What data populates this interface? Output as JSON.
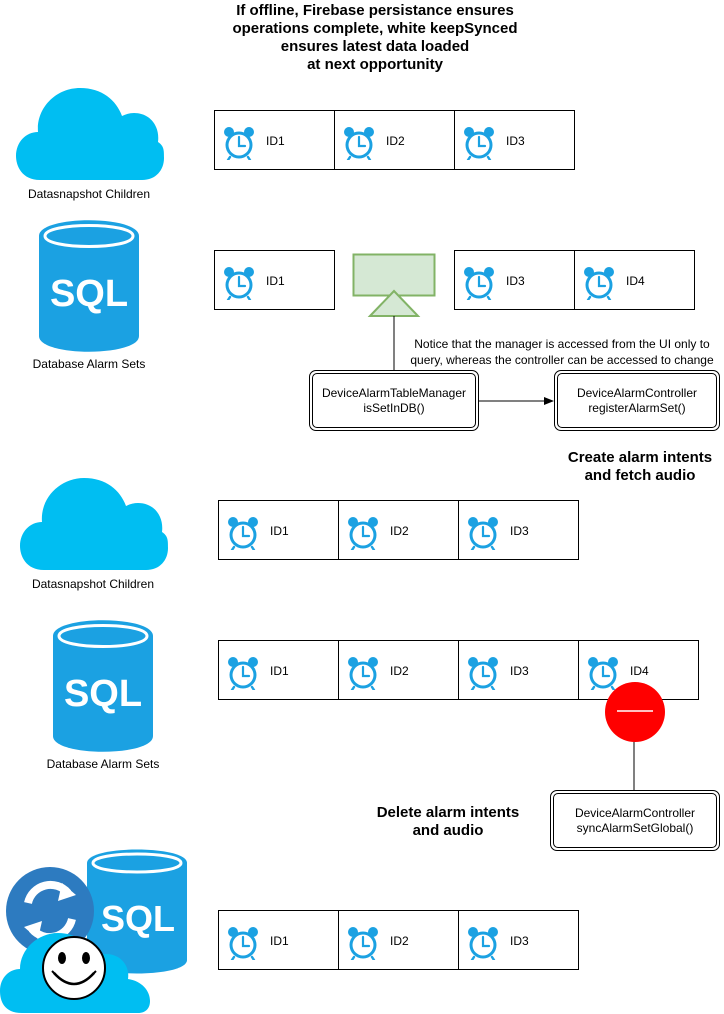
{
  "titles": {
    "top": [
      "If offline, Firebase persistance ensures",
      "operations complete, white keepSynced",
      "ensures latest data loaded",
      "at next opportunity"
    ],
    "create": [
      "Create alarm intents",
      "and fetch audio"
    ],
    "delete": [
      "Delete alarm intents",
      "and audio"
    ]
  },
  "labels": {
    "cloud1": "Datasnapshot Children",
    "sql1": "Database Alarm Sets",
    "cloud2": "Datasnapshot Children",
    "sql2": "Database Alarm Sets"
  },
  "icons": {
    "sql_text": "SQL"
  },
  "note": [
    "Notice that the manager is accessed from the UI only to",
    "query, whereas the controller can be accessed to change"
  ],
  "boxes": {
    "manager": [
      "DeviceAlarmTableManager",
      "isSetInDB()"
    ],
    "controller_register": [
      "DeviceAlarmController",
      "registerAlarmSet()"
    ],
    "controller_sync": [
      "DeviceAlarmController",
      "syncAlarmSetGlobal()"
    ]
  },
  "rows": {
    "r1": [
      "ID1",
      "ID2",
      "ID3"
    ],
    "r2a": [
      "ID1"
    ],
    "r2b": [
      "ID3",
      "ID4"
    ],
    "r3": [
      "ID1",
      "ID2",
      "ID3"
    ],
    "r4": [
      "ID1",
      "ID2",
      "ID3",
      "ID4"
    ],
    "r5": [
      "ID1",
      "ID2",
      "ID3"
    ]
  },
  "colors": {
    "cloud": "#00BEF2",
    "sql": "#1BA1E2",
    "clock": "#1BA1E2",
    "green_fill": "#D5E8D4",
    "green_stroke": "#82B366",
    "red": "#FF0000",
    "sync_blue": "#2D7BC0"
  }
}
